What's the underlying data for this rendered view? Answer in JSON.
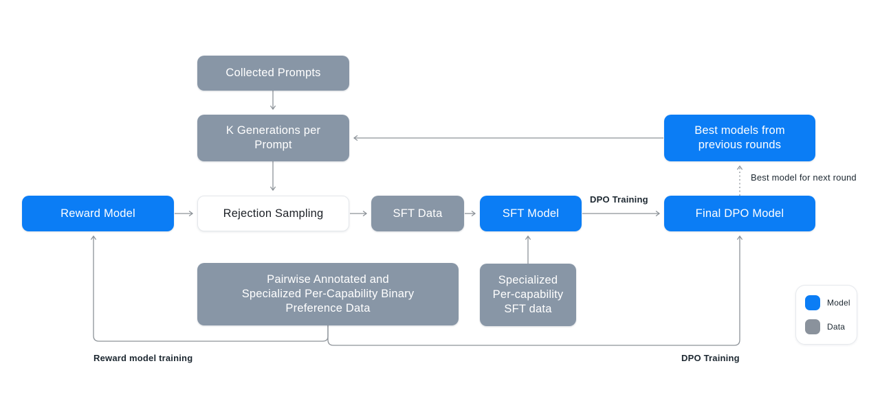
{
  "diagram": {
    "nodes": {
      "collected_prompts": {
        "label": "Collected Prompts",
        "type": "data"
      },
      "k_generations": {
        "label": "K Generations per\nPrompt",
        "type": "data"
      },
      "best_models": {
        "label": "Best models from\nprevious rounds",
        "type": "model"
      },
      "reward_model": {
        "label": "Reward Model",
        "type": "model"
      },
      "rejection_sampling": {
        "label": "Rejection Sampling",
        "type": "process"
      },
      "sft_data": {
        "label": "SFT Data",
        "type": "data"
      },
      "sft_model": {
        "label": "SFT Model",
        "type": "model"
      },
      "final_dpo_model": {
        "label": "Final DPO Model",
        "type": "model"
      },
      "pairwise_data": {
        "label": "Pairwise Annotated and\nSpecialized Per-Capability Binary\nPreference Data",
        "type": "data"
      },
      "specialized_sft_data": {
        "label": "Specialized\nPer-capability\nSFT data",
        "type": "data"
      }
    },
    "edge_labels": {
      "dpo_training_top": "DPO Training",
      "best_model_next_round": "Best model for next round",
      "reward_model_training": "Reward model training",
      "dpo_training_bottom": "DPO Training"
    },
    "legend": {
      "items": [
        {
          "label": "Model",
          "color": "#0B7DF5"
        },
        {
          "label": "Data",
          "color": "#8A929C"
        }
      ]
    },
    "colors": {
      "model_blue": "#0B7DF5",
      "data_gray": "#8896A6",
      "line_gray": "#8C9298",
      "label_text": "#1C2730"
    }
  }
}
